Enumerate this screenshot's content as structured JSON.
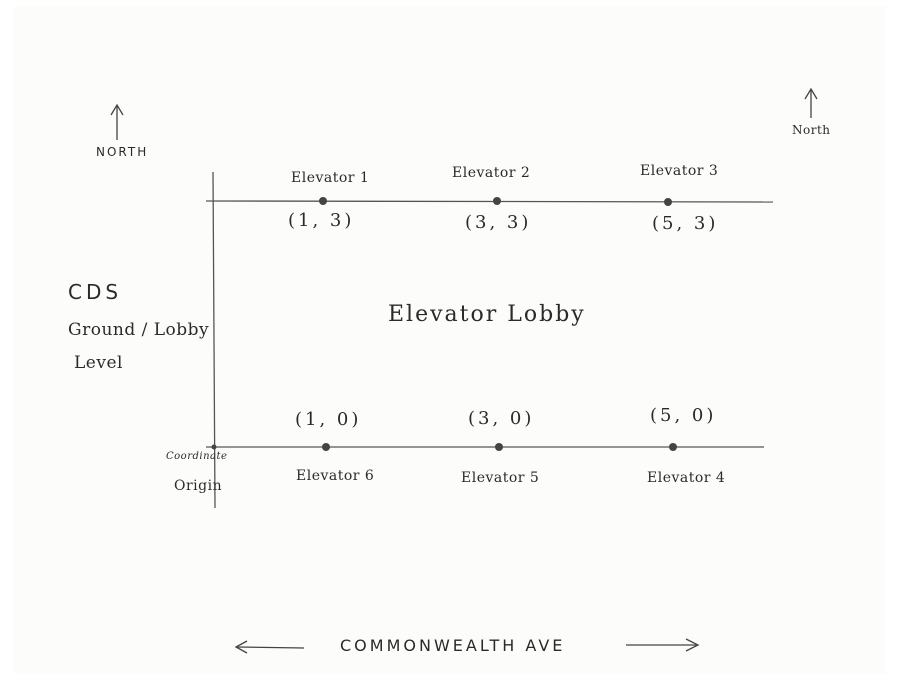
{
  "north_left": "NORTH",
  "north_right": "North",
  "building": {
    "name": "CDS",
    "floor_line1": "Ground / Lobby",
    "floor_line2": "Level"
  },
  "lobby_label": "Elevator Lobby",
  "origin": {
    "line1": "Coordinate",
    "line2": "Origin"
  },
  "street": "COMMONWEALTH AVE",
  "elevators": [
    {
      "label": "Elevator 1",
      "coord": "(1, 3)",
      "x": 1,
      "y": 3
    },
    {
      "label": "Elevator 2",
      "coord": "(3, 3)",
      "x": 3,
      "y": 3
    },
    {
      "label": "Elevator 3",
      "coord": "(5, 3)",
      "x": 5,
      "y": 3
    },
    {
      "label": "Elevator 6",
      "coord": "(1, 0)",
      "x": 1,
      "y": 0
    },
    {
      "label": "Elevator 5",
      "coord": "(3, 0)",
      "x": 3,
      "y": 0
    },
    {
      "label": "Elevator 4",
      "coord": "(5, 0)",
      "x": 5,
      "y": 0
    }
  ]
}
